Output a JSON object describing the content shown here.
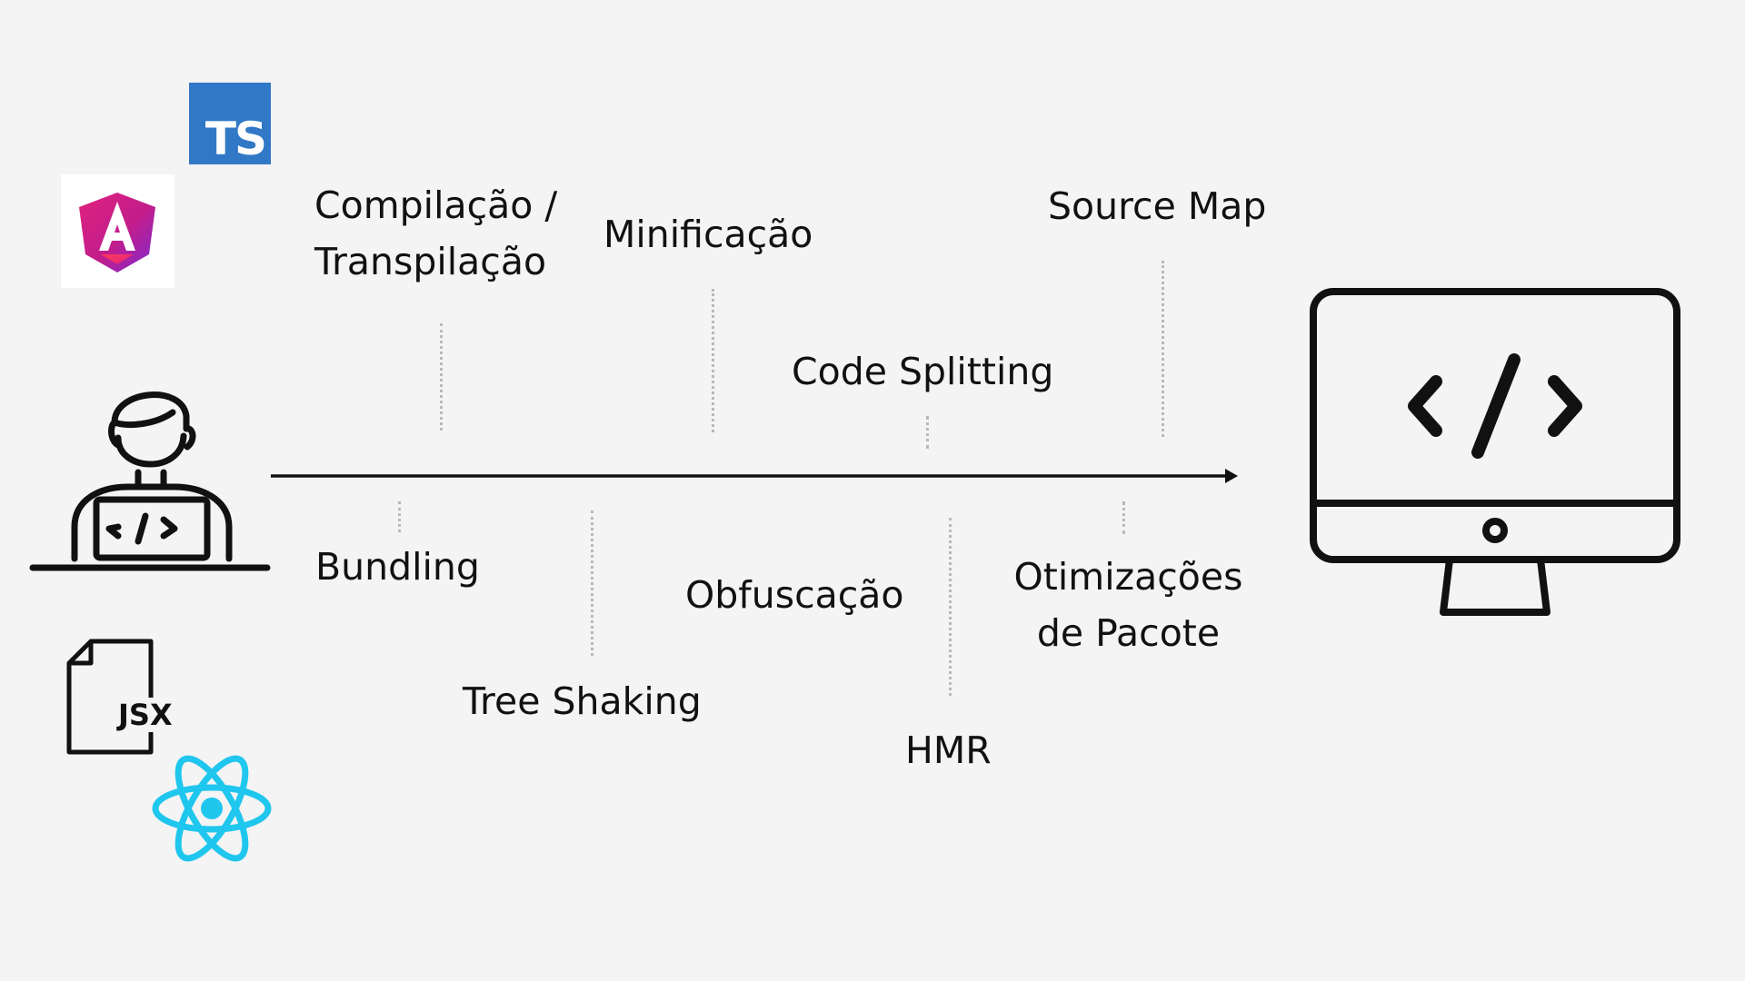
{
  "badges": {
    "ts_text": "TS",
    "jsx_text": "JSX"
  },
  "steps_above": [
    {
      "id": "compilacao",
      "lines": [
        "Compilação /",
        "Transpilação"
      ]
    },
    {
      "id": "minificacao",
      "lines": [
        "Minificação"
      ]
    },
    {
      "id": "code-splitting",
      "lines": [
        "Code Splitting"
      ]
    },
    {
      "id": "source-map",
      "lines": [
        "Source Map"
      ]
    }
  ],
  "steps_below": [
    {
      "id": "bundling",
      "lines": [
        "Bundling"
      ]
    },
    {
      "id": "tree-shaking",
      "lines": [
        "Tree Shaking"
      ]
    },
    {
      "id": "obfuscacao",
      "lines": [
        "Obfuscação"
      ]
    },
    {
      "id": "hmr",
      "lines": [
        "HMR"
      ]
    },
    {
      "id": "otimizacoes",
      "lines": [
        "Otimizações",
        "de Pacote"
      ]
    }
  ],
  "icons": {
    "typescript": "typescript-logo-icon",
    "angular": "angular-logo-icon",
    "developer": "developer-at-laptop-icon",
    "jsx_file": "jsx-file-icon",
    "react": "react-logo-icon",
    "monitor": "monitor-code-icon"
  },
  "colors": {
    "background": "#f4f4f4",
    "typescript_blue": "#3178c6",
    "react_cyan": "#1fc6ee",
    "angular_magenta": "#e0217d",
    "angular_red": "#f0374d",
    "line": "#111111",
    "connector": "#b9b9b9"
  }
}
